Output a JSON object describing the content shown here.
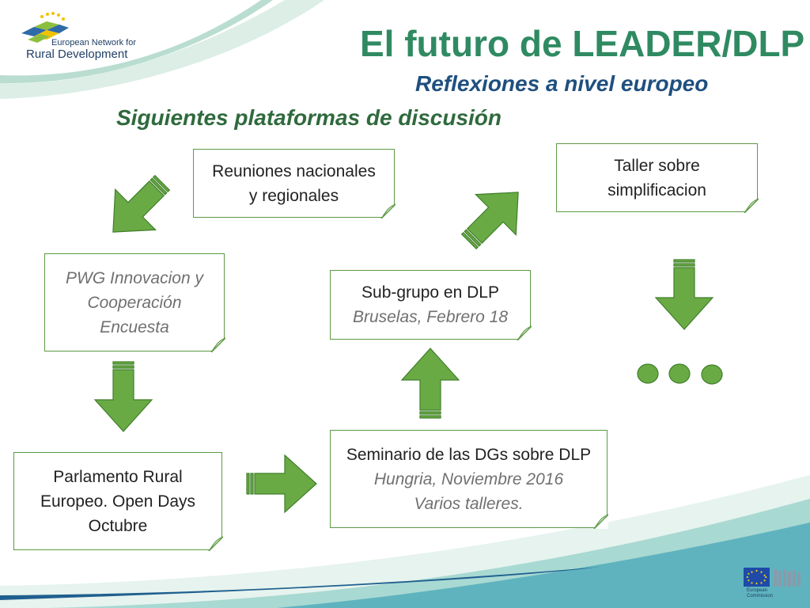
{
  "header": {
    "logo": {
      "line1": "European Network for",
      "line2": "Rural Development"
    },
    "title": "El futuro de LEADER/DLP",
    "subtitle": "Reflexiones a nivel europeo"
  },
  "section_heading": "Siguientes plataformas de discusión",
  "boxes": {
    "reuniones": {
      "line1": "Reuniones nacionales",
      "line2": "y regionales"
    },
    "taller": {
      "line1": "Taller sobre",
      "line2": "simplificacion"
    },
    "pwg": {
      "line1": "PWG Innovacion y",
      "line2": "Cooperación",
      "line3": "Encuesta"
    },
    "subgrupo": {
      "line1": "Sub-grupo en DLP",
      "line2": "Bruselas, Febrero 18"
    },
    "parlamento": {
      "line1": "Parlamento Rural",
      "line2": "Europeo. Open Days",
      "line3": "Octubre"
    },
    "seminario": {
      "line1": "Seminario de las DGs sobre DLP",
      "line2": "Hungria, Noviembre 2016",
      "line3": "Varios talleres."
    }
  },
  "footer": {
    "commission_line1": "European",
    "commission_line2": "Commission"
  },
  "colors": {
    "title": "#2f8a62",
    "subtitle": "#1f4f7f",
    "section": "#2f6a3d",
    "arrow_fill": "#6aaa45",
    "arrow_stroke": "#3f7f2a",
    "box_border": "#5d9a45",
    "teal_band": "#5fb3bf",
    "eu_blue": "#1f4aa8",
    "eu_star": "#f2d100"
  }
}
